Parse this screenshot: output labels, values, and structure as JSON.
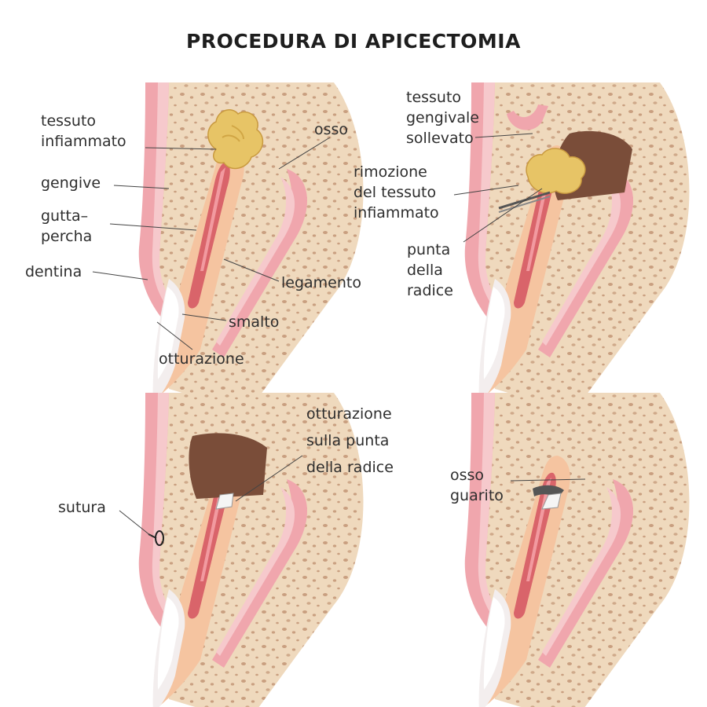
{
  "title": "PROCEDURA DI APICECTOMIA",
  "panels": [
    {
      "name": "inflamed",
      "labels": {
        "tessuto_infiammato": [
          "tessuto",
          "infiammato"
        ],
        "osso": "osso",
        "gengive": "gengive",
        "guttapercha": [
          "gutta–",
          "percha"
        ],
        "dentina": "dentina",
        "legamento": "legamento",
        "smalto": "smalto",
        "otturazione": "otturazione"
      }
    },
    {
      "name": "removal",
      "labels": {
        "tessuto_gengivale": [
          "tessuto",
          "gengivale",
          "sollevato"
        ],
        "rimozione": [
          "rimozione",
          "del tessuto",
          "infiammato"
        ],
        "punta_radice": [
          "punta",
          "della",
          "radice"
        ]
      }
    },
    {
      "name": "suture",
      "labels": {
        "otturazione_punta": [
          "otturazione",
          "sulla punta",
          "della radice"
        ],
        "sutura": "sutura"
      }
    },
    {
      "name": "healed",
      "labels": {
        "osso_guarito": [
          "osso",
          "guarito"
        ]
      }
    }
  ],
  "colors": {
    "bone": "#efd9bd",
    "bone_spot": "#cfa98a",
    "gum": "#f0a6ad",
    "gum_light": "#f6c9cc",
    "dentin": "#f5c4a0",
    "pulp": "#d9646a",
    "enamel": "#f3eeee",
    "inflamed": "#e7c466",
    "cavity": "#7a4d39",
    "leader": "#444444"
  }
}
